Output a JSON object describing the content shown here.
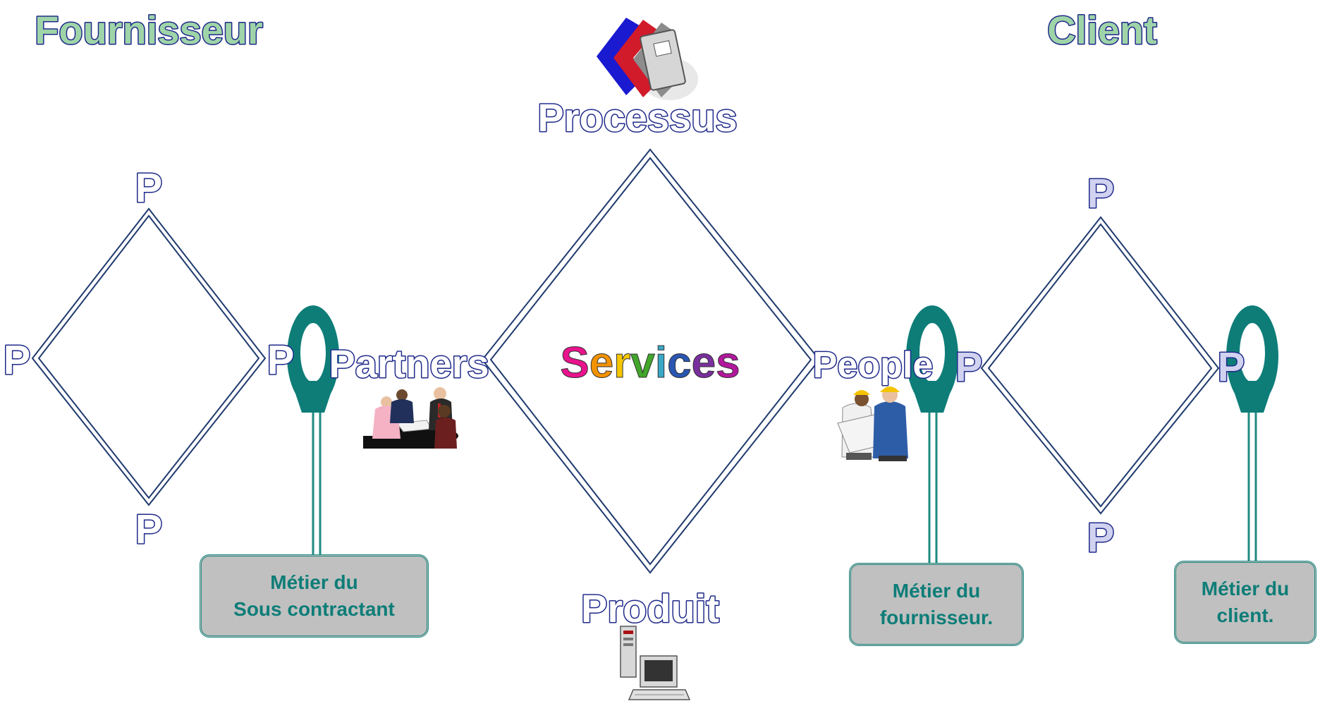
{
  "titles": {
    "supplier": "Fournisseur",
    "client": "Client",
    "process": "Processus",
    "product": "Produit",
    "services": "Services",
    "partners": "Partners",
    "people": "People"
  },
  "p_label": "P",
  "services_letters": [
    "S",
    "e",
    "r",
    "v",
    "i",
    "c",
    "e",
    "s"
  ],
  "boxes": {
    "subcontractor": {
      "line1": "Métier du",
      "line2": "Sous contractant"
    },
    "supplier": {
      "line1": "Métier du",
      "line2": "fournisseur."
    },
    "client": {
      "line1": "Métier du",
      "line2": "client."
    }
  },
  "colors": {
    "title_fill": "#9fd4a8",
    "title_stroke": "#1f2a8a",
    "diamond_stroke": "#1f3a6e",
    "q_fill": "#0e7d78",
    "box_fill": "#c0c0c0",
    "box_text": "#0e7d78",
    "services_palette": [
      "#e8138c",
      "#f39200",
      "#f6c600",
      "#41a62a",
      "#3aa9c8",
      "#2956b2",
      "#7a2f9e",
      "#b2189d"
    ]
  },
  "icons": [
    "book-stack-icon",
    "meeting-people-icon",
    "engineers-icon",
    "computer-icon"
  ]
}
